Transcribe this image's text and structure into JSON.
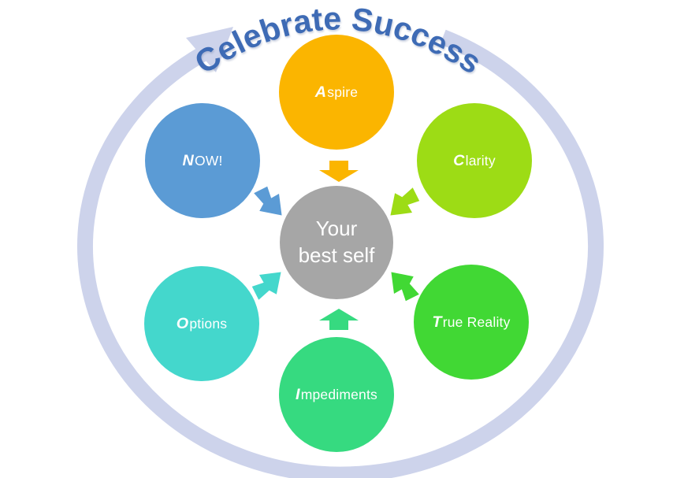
{
  "title": {
    "text": "Celebrate Success",
    "color": "#3E6BB5"
  },
  "ring": {
    "color": "#CDD3EB"
  },
  "center_node": {
    "line1": "Your",
    "line2": "best self",
    "color": "#A6A6A6",
    "text_color": "#FFFFFF"
  },
  "nodes": [
    {
      "id": "aspire",
      "label": "Aspire",
      "lead": "A",
      "rest": "spire",
      "color": "#FBB500",
      "position": "top"
    },
    {
      "id": "clarity",
      "label": "Clarity",
      "lead": "C",
      "rest": "larity",
      "color": "#9DDC15",
      "position": "upper-right"
    },
    {
      "id": "true-reality",
      "label": "True Reality",
      "lead": "T",
      "rest": "rue Reality",
      "color": "#41D834",
      "position": "lower-right"
    },
    {
      "id": "impediments",
      "label": "Impediments",
      "lead": "I",
      "rest": "mpediments",
      "color": "#36DA80",
      "position": "bottom"
    },
    {
      "id": "options",
      "label": "Options",
      "lead": "O",
      "rest": "ptions",
      "color": "#44D7CC",
      "position": "lower-left"
    },
    {
      "id": "now",
      "label": "NOW!",
      "lead": "N",
      "rest": "OW!",
      "color": "#5B9BD5",
      "position": "upper-left"
    }
  ]
}
